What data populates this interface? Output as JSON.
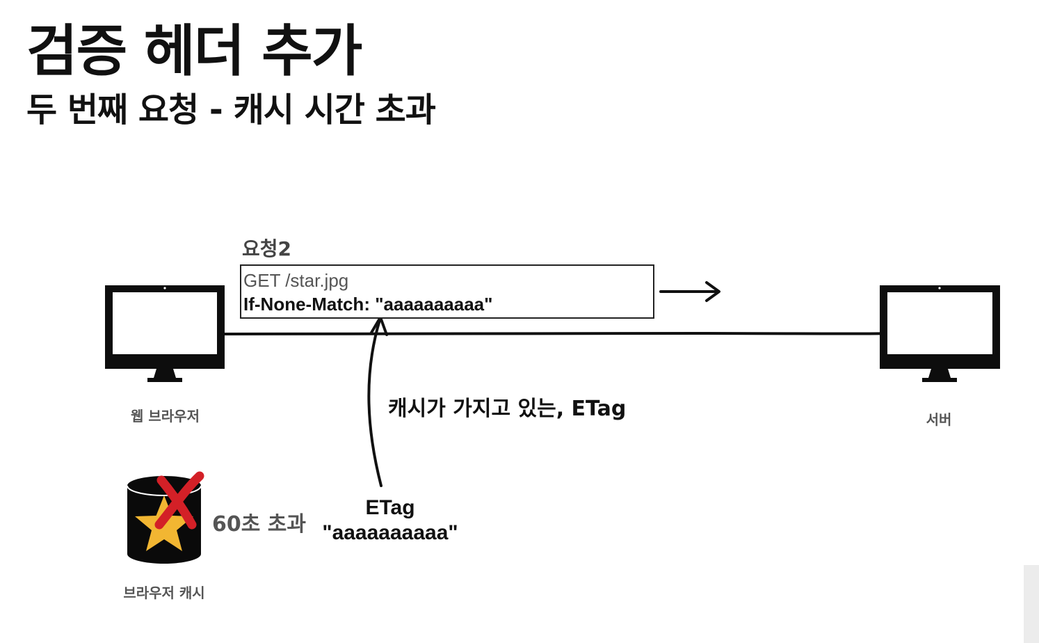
{
  "title": "검증 헤더 추가",
  "subtitle": "두 번째 요청 - 캐시 시간 초과",
  "request": {
    "label": "요청2",
    "line1": "GET /star.jpg",
    "line2": "If-None-Match: \"aaaaaaaaaa\""
  },
  "client_label": "웹 브라우저",
  "server_label": "서버",
  "annotation": "캐시가 가지고 있는, ETag",
  "etag": {
    "name": "ETag",
    "value": "\"aaaaaaaaaa\""
  },
  "cache": {
    "time_label": "60초 초과",
    "label": "브라우저 캐시"
  },
  "colors": {
    "ink": "#111111",
    "cross": "#d32027",
    "star": "#f2b632",
    "cylinder": "#0a0a0a"
  },
  "icons": [
    "monitor-icon",
    "database-icon",
    "star-icon",
    "cross-mark-icon",
    "arrow-right-icon",
    "curved-arrow-icon"
  ]
}
